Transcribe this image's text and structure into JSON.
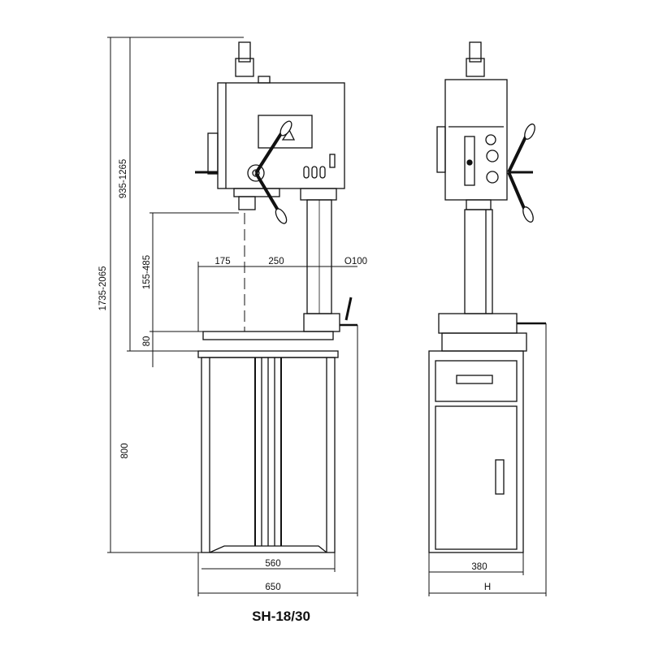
{
  "title": "SH-18/30",
  "dimensions": {
    "total_height": "1735-2065",
    "head_height": "935-1265",
    "spindle_to_table": "155-485",
    "table_offset": "80",
    "cabinet_height": "800",
    "throat_175": "175",
    "throat_250": "250",
    "table_dia": "Ο100",
    "cabinet_width": "560",
    "overall_width": "650",
    "cabinet_depth": "380",
    "overall_depth": "H"
  },
  "colors": {
    "line": "#111111",
    "background": "#ffffff"
  }
}
